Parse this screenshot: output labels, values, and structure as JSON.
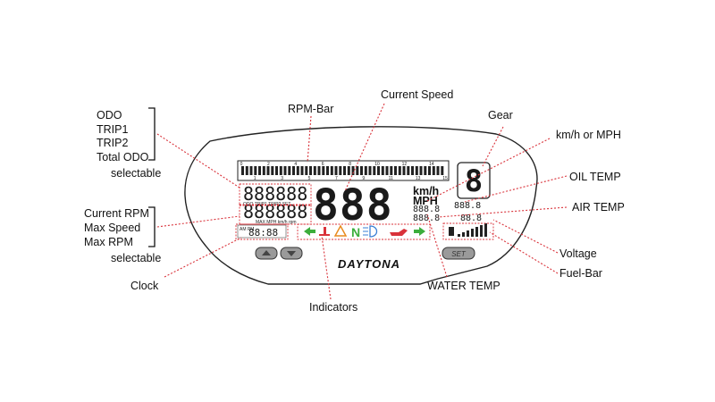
{
  "labels": {
    "odo_group": [
      "ODO",
      "TRIP1",
      "TRIP2",
      "Total ODO"
    ],
    "odo_selectable": "selectable",
    "rpm_group": [
      "Current RPM",
      "Max Speed",
      "Max RPM"
    ],
    "rpm_selectable": "selectable",
    "clock": "Clock",
    "rpm_bar": "RPM-Bar",
    "current_speed": "Current Speed",
    "gear": "Gear",
    "kmh_or_mph": "km/h or MPH",
    "oil_temp": "OIL TEMP",
    "air_temp": "AIR TEMP",
    "voltage": "Voltage",
    "fuel_bar": "Fuel-Bar",
    "water_temp": "WATER TEMP",
    "indicators": "Indicators"
  },
  "display": {
    "rpm_scale": [
      "0",
      "1",
      "2",
      "3",
      "4",
      "5",
      "6",
      "7",
      "8",
      "9",
      "10",
      "11",
      "12",
      "13",
      "14",
      "15"
    ],
    "odo_digits": "888888",
    "odo_tags": "ODO  TRIP1  TRIP2  SET",
    "rpm_digits": "888888",
    "rpm_tags": "MAX  MPH  km/h  rpm",
    "speed_digits": "888",
    "unit_kmh": "km/h",
    "unit_mph": "MPH",
    "gear_digit": "8",
    "oil_temp_digits": "888.8",
    "air_temp_digits": "888.8",
    "water_temp_digits": "888.8",
    "voltage_digits": "88.8",
    "clock_digits": "88:88",
    "clock_ampm": "AM PM",
    "indicator_n": "N",
    "brand": "DAYTONA",
    "set_button": "SET"
  },
  "colors": {
    "leader": "#d9323a",
    "indicator_green": "#3cae3c",
    "indicator_red": "#d9323a",
    "indicator_orange": "#e88a1e",
    "indicator_blue": "#3a7fd4"
  }
}
